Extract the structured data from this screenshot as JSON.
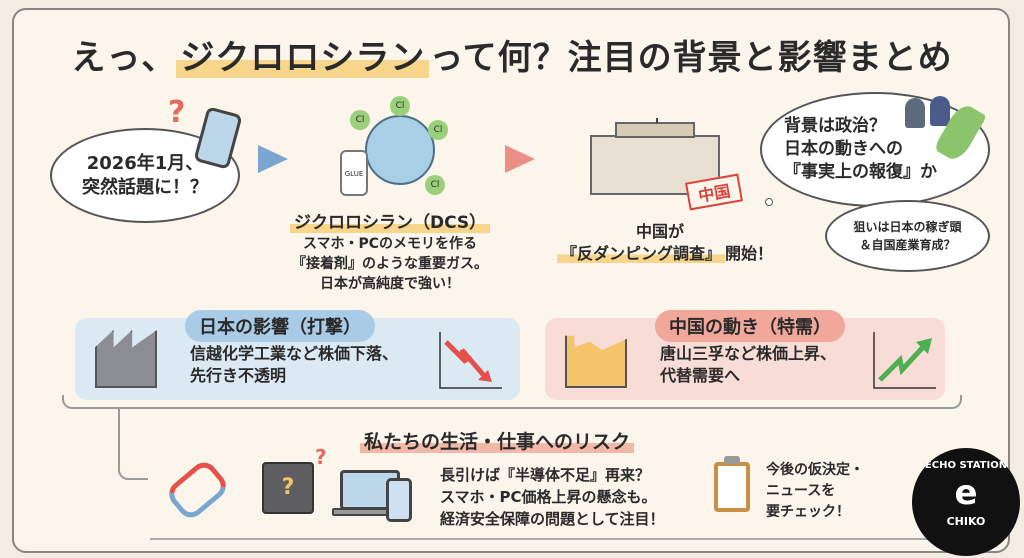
{
  "title": {
    "prefix": "えっ、",
    "highlight": "ジクロロシラン",
    "suffix": "って何？注目の背景と影響まとめ"
  },
  "intro": {
    "line1": "2026年1月、",
    "line2": "突然話題に！？"
  },
  "dcs": {
    "name": "ジクロロシラン（DCS）",
    "line1": "スマホ・PCのメモリを作る",
    "line2": "『接着剤』のような重要ガス。",
    "line3": "日本が高純度で強い！",
    "atom_label": "Cl",
    "glue_label": "GLUE"
  },
  "china": {
    "line1": "中国が",
    "highlight": "『反ダンピング調査』",
    "suffix": "開始！",
    "stamp": "中国"
  },
  "politics": {
    "line1": "背景は政治？",
    "line2": "日本の動きへの",
    "line3": "『事実上の報復』か",
    "sub1": "狙いは日本の稼ぎ頭",
    "sub2": "＆自国産業育成？"
  },
  "japan_impact": {
    "label": "日本の影響（打撃）",
    "line1": "信越化学工業など株価下落、",
    "line2": "先行き不透明"
  },
  "china_move": {
    "label": "中国の動き（特需）",
    "line1": "唐山三孚など株価上昇、",
    "line2": "代替需要へ"
  },
  "risk": {
    "title": "私たちの生活・仕事へのリスク",
    "line1": "長引けば『半導体不足』再来？",
    "line2": "スマホ・PC価格上昇の懸念も。",
    "line3": "経済安全保障の問題として注目！"
  },
  "check": {
    "line1": "今後の仮決定・",
    "line2": "ニュースを",
    "line3": "要チェック！"
  },
  "logo": {
    "top": "ECHO STATION",
    "bottom": "CHIKO"
  },
  "colors": {
    "blue_panel": "#dbe9f3",
    "pink_panel": "#f8dcd6",
    "arrow_blue": "#7aa6cf",
    "arrow_pink": "#ec8f86"
  }
}
